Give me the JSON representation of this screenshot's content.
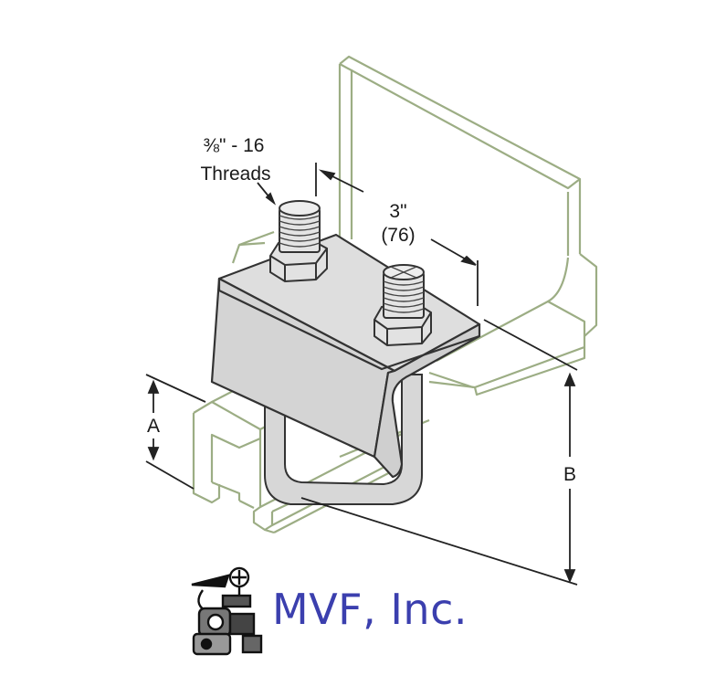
{
  "callouts": {
    "thread_size": "⅜\" - 16",
    "thread_word": "Threads",
    "width_in": "3\"",
    "width_mm": "(76)",
    "dim_a": "A",
    "dim_b": "B"
  },
  "brand": {
    "name": "MVF, Inc."
  },
  "colors": {
    "beam_outline": "#9cad84",
    "clamp_fill": "#dcdcdc",
    "clamp_outline": "#333333",
    "dimension_line": "#222222",
    "brand": "#3b3fae"
  }
}
